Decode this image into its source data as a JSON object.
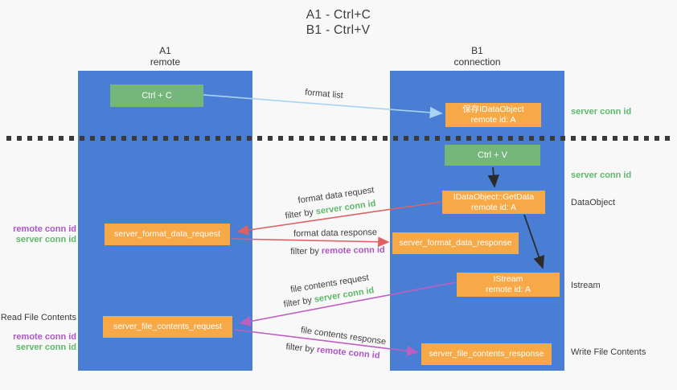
{
  "title": {
    "line1": "A1 - Ctrl+C",
    "line2": "B1 - Ctrl+V"
  },
  "columns": {
    "a1": {
      "name": "A1",
      "subtitle": "remote"
    },
    "b1": {
      "name": "B1",
      "subtitle": "connection"
    }
  },
  "boxes": {
    "ctrl_c": {
      "label": "Ctrl + C"
    },
    "save_dataobject": {
      "line1": "保存IDataObject",
      "line2": "remote id: A"
    },
    "ctrl_v": {
      "label": "Ctrl + V"
    },
    "getdata": {
      "line1": "IDataObject::GetData",
      "line2": "remote id: A"
    },
    "istream": {
      "line1": "IStream",
      "line2": "remote id: A"
    },
    "format_request": {
      "label": "server_format_data_request"
    },
    "format_response": {
      "label": "server_format_data_response"
    },
    "file_request": {
      "label": "server_file_contents_request"
    },
    "file_response": {
      "label": "server_file_contents_response"
    }
  },
  "arrow_labels": {
    "format_list": "format list",
    "format_data_request": "format data request",
    "format_data_response": "format data response",
    "file_contents_request": "file contents request",
    "file_contents_response": "file contents response",
    "filter_by": "filter by"
  },
  "conn_ids": {
    "server": "server conn id",
    "remote": "remote conn id"
  },
  "side_labels": {
    "dataobject": "DataObject",
    "istream": "Istream",
    "write_file_contents": "Write File Contents",
    "read_file_contents": "Read File Contents"
  },
  "colors": {
    "column_blue": "#4a7ed5",
    "box_orange": "#f7a947",
    "box_green": "#75b77b",
    "arrow_red": "#e06161",
    "arrow_magenta": "#c05ec0",
    "arrow_lightblue": "#a9d3f2",
    "arrow_black": "#2b2b2b",
    "server_conn_green": "#5fb96a",
    "remote_conn_purple": "#ad56c6"
  }
}
